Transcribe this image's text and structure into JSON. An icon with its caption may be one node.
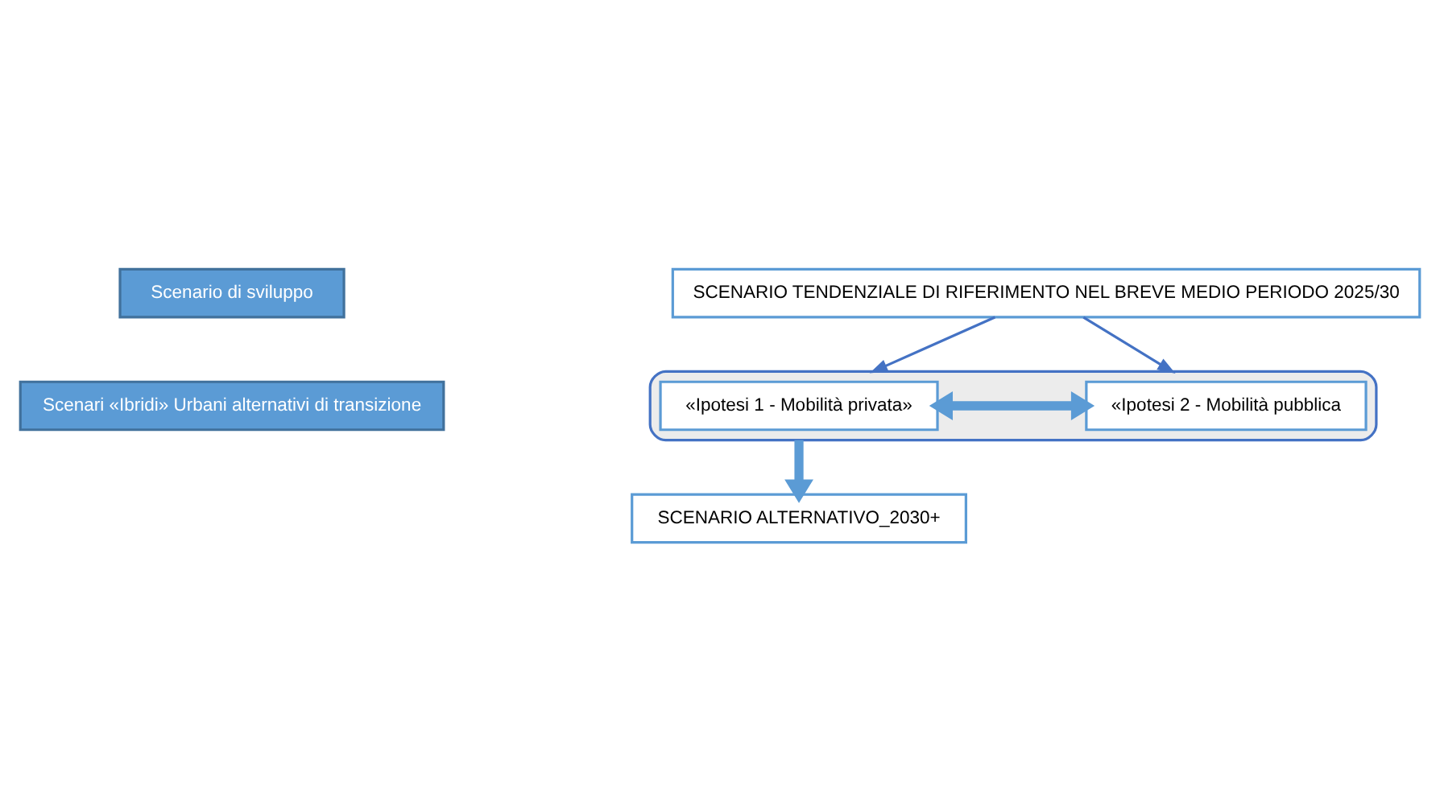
{
  "diagram": {
    "nodes": [
      {
        "text": [
          "Scenario di sviluppo"
        ]
      },
      {
        "text": [
          "SCENARIO TENDENZIALE DI RIFERIMENTO NEL BREVE MEDIO PERIODO 2025/30"
        ]
      },
      {
        "text": [
          "Scenari «Ibridi» Urbani alternativi di transizione"
        ]
      },
      {
        "text": [],
        "shape": "ellipse"
      },
      {
        "text": [
          "«Ipotesi 1 - Mobilità privata»"
        ],
        "in": 3
      },
      {
        "text": [
          "«Ipotesi 2 - Mobilità pubblica"
        ],
        "in": 3
      },
      {
        "text": [
          "SCENARIO ALTERNATIVO_2030+"
        ]
      }
    ],
    "edges": [
      {
        "from": 1,
        "to": 3,
        "arrow": "to"
      },
      {
        "from": 1,
        "to": 3,
        "arrow": "to"
      },
      {
        "from": 4,
        "to": 5,
        "arrow": "both",
        "style": "thick",
        "color": "#5b9bd5"
      },
      {
        "from": 3,
        "to": 6,
        "arrow": "to",
        "style": "thick",
        "color": "#5b9bd5"
      }
    ]
  }
}
